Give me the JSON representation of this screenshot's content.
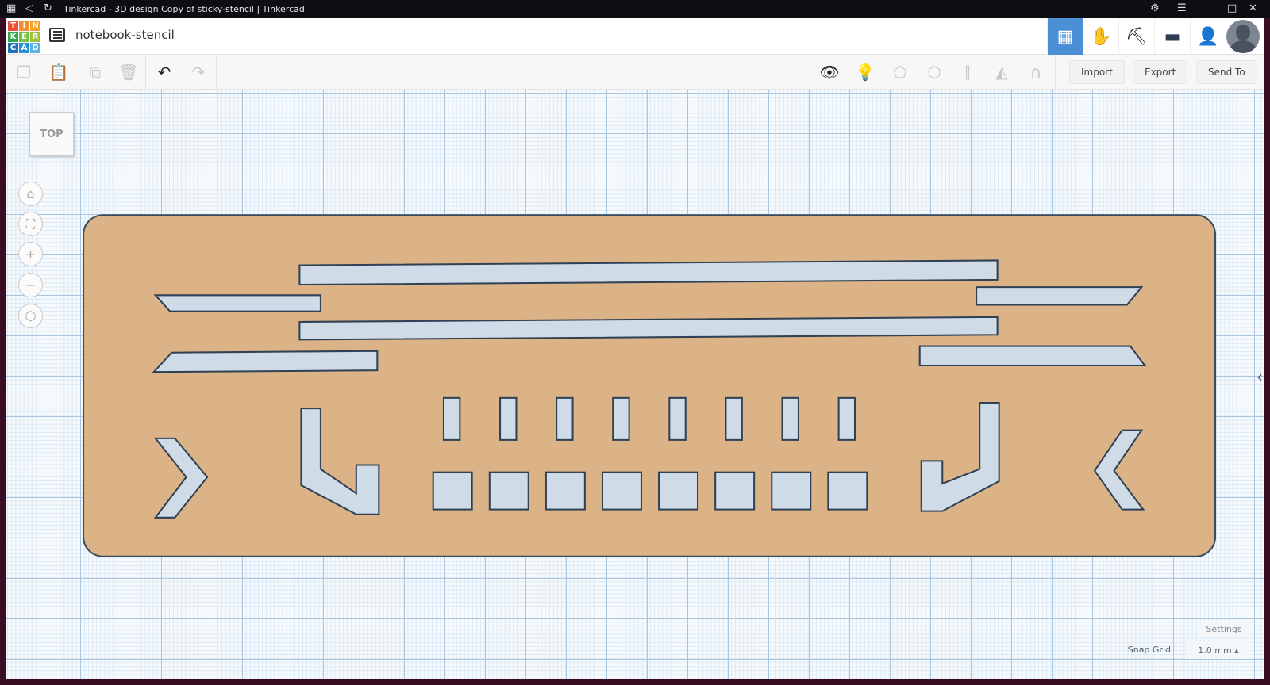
{
  "window": {
    "title": "Tinkercad - 3D design Copy of sticky-stencil | Tinkercad"
  },
  "header": {
    "logo_letters": [
      "T",
      "I",
      "N",
      "K",
      "E",
      "R",
      "C",
      "A",
      "D"
    ],
    "design_name": "notebook-stencil"
  },
  "toolbar": {
    "import_label": "Import",
    "export_label": "Export",
    "send_to_label": "Send To"
  },
  "viewport": {
    "view_cube_label": "TOP",
    "settings_label": "Settings",
    "snap_grid_label": "Snap Grid",
    "snap_grid_value": "1.0 mm ▴"
  },
  "colors": {
    "accent": "#4d8fd6",
    "plate": "#dcb387",
    "hole": "#cfdbe6",
    "logo": [
      "#e8503a",
      "#f08f2e",
      "#f4a12c",
      "#2ea84b",
      "#7ac143",
      "#9cc53b",
      "#1d72b8",
      "#2b8fd3",
      "#5bb3e5"
    ]
  }
}
